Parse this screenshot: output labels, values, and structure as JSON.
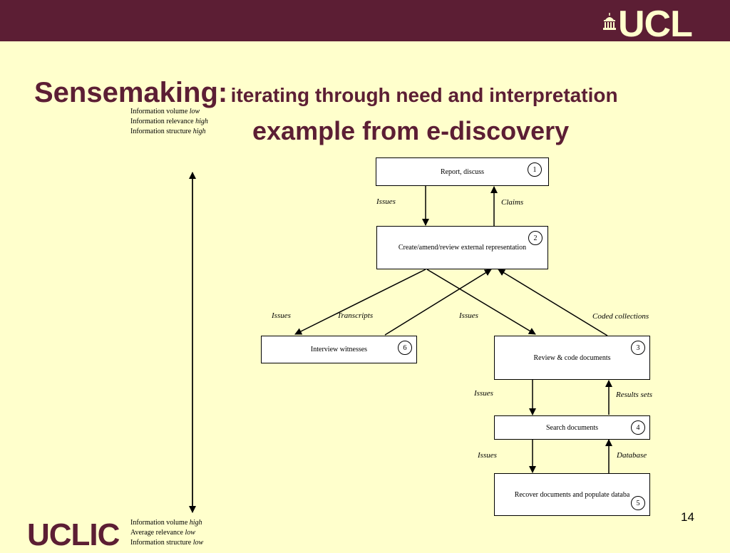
{
  "header": {
    "logo_text": "UCL"
  },
  "title": {
    "main": "Sensemaking:",
    "sub": "iterating through need and interpretation",
    "line2": "example from e-discovery"
  },
  "scale_top": [
    {
      "label": "Information volume",
      "value": "low"
    },
    {
      "label": "Information relevance",
      "value": "high"
    },
    {
      "label": "Information structure",
      "value": "high"
    }
  ],
  "scale_bottom": [
    {
      "label": "Information volume",
      "value": "high"
    },
    {
      "label": "Average relevance",
      "value": "low"
    },
    {
      "label": "Information structure",
      "value": "low"
    }
  ],
  "nodes": [
    {
      "id": "n1",
      "label": "Report, discuss",
      "num": "1"
    },
    {
      "id": "n2",
      "label": "Create/amend/review external representation",
      "num": "2"
    },
    {
      "id": "n3",
      "label": "Review & code documents",
      "num": "3"
    },
    {
      "id": "n4",
      "label": "Search documents",
      "num": "4"
    },
    {
      "id": "n5",
      "label": "Recover documents and populate databa",
      "num": "5"
    },
    {
      "id": "n6",
      "label": "Interview witnesses",
      "num": "6"
    }
  ],
  "edge_labels": {
    "e12": "Issues",
    "e21": "Claims",
    "e26": "Issues",
    "e62": "Transcripts",
    "e23": "Issues",
    "e32": "Coded collections",
    "e34": "Issues",
    "e43": "Results sets",
    "e45": "Issues",
    "e54": "Database"
  },
  "footer": {
    "logo_text": "UCLIC",
    "page_number": "14"
  }
}
